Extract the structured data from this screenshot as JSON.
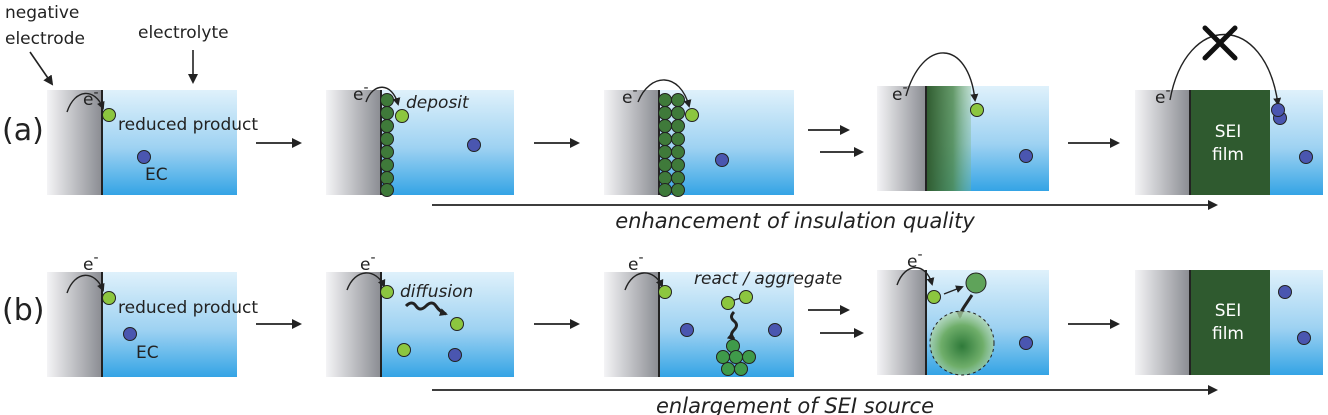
{
  "headers": {
    "negative_electrode_line1": "negative",
    "negative_electrode_line2": "electrode",
    "electrolyte": "electrolyte"
  },
  "row_a": {
    "label": "(a)",
    "reduced_product": "reduced product",
    "ec": "EC",
    "deposit": "deposit",
    "sei_line1": "SEI",
    "sei_line2": "film",
    "caption": "enhancement of insulation quality"
  },
  "row_b": {
    "label": "(b)",
    "reduced_product": "reduced product",
    "ec": "EC",
    "diffusion": "diffusion",
    "react_aggregate": "react / aggregate",
    "sei_line1": "SEI",
    "sei_line2": "film",
    "caption": "enlargement of SEI source"
  },
  "electron": "e",
  "electron_charge": "-",
  "colors": {
    "product_green": "#8cc63f",
    "sei_dark_green": "#2f5a2f",
    "ec_blue": "#4a56b0",
    "electrolyte_top": "#d9eefa",
    "electrolyte_bottom": "#3aa8e6"
  }
}
